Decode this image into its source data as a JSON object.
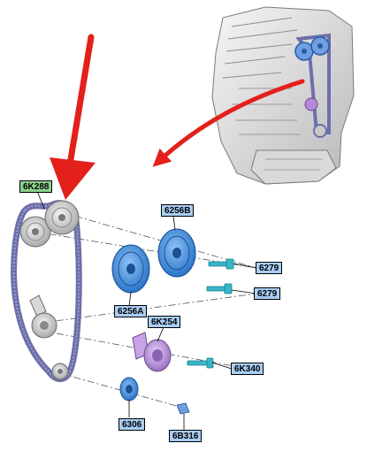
{
  "colors": {
    "belt": "#6d6fa9",
    "belt_light": "#9b9dd0",
    "part_blue": "#3f8fe0",
    "part_blue_dark": "#2367b8",
    "part_purple": "#b48ad6",
    "bolt_cyan": "#36b6c8",
    "red_arrow": "#e3201b",
    "callout_blue": "#a9cdf3",
    "callout_green": "#8ed08e"
  },
  "callouts": {
    "belt": "6K288",
    "camshaft_sprocket_b": "6256B",
    "camshaft_sprocket_a": "6256A",
    "bolt_upper": "6279",
    "bolt_lower": "6279",
    "tensioner": "6K254",
    "tensioner_bolt": "6K340",
    "crank_sprocket": "6306",
    "crank_sensor_wheel": "6B316"
  }
}
